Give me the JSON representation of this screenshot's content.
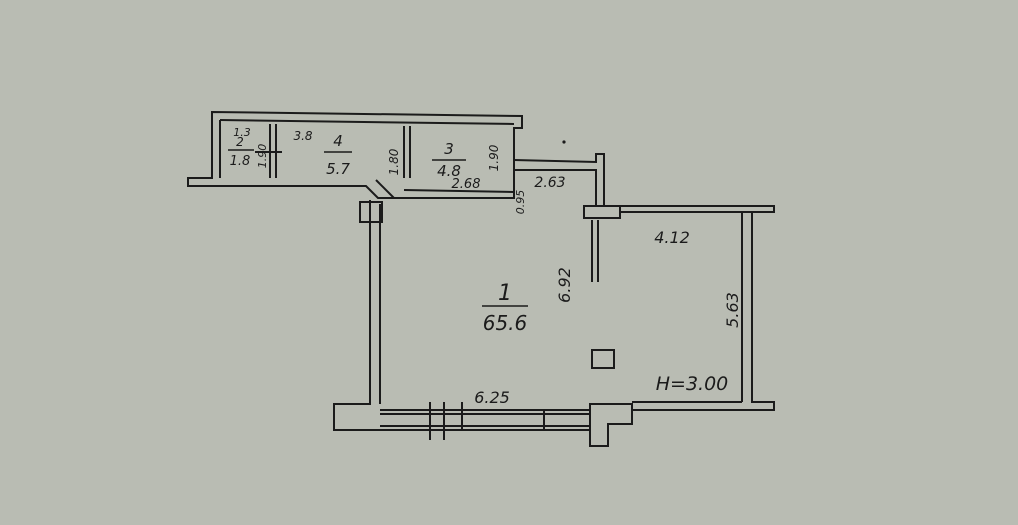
{
  "plan": {
    "colors": {
      "background": "#b9bcb3",
      "line": "#1b1b1b",
      "wall_fill": "#d8dad3"
    },
    "rooms": [
      {
        "number": "1",
        "area": "65.6"
      },
      {
        "number": "2",
        "area": "1.8"
      },
      {
        "number": "3",
        "area": "4.8"
      },
      {
        "number": "4",
        "area": "5.7"
      }
    ],
    "dimensions": {
      "d_1_3": "1.3",
      "d_3_8": "3.8",
      "d_1_90_small": "1.90",
      "d_1_80": "1.80",
      "d_1_90_room3": "1.90",
      "d_2_68": "2.68",
      "d_2_63": "2.63",
      "d_0_95": "0.95",
      "d_4_12": "4.12",
      "d_6_92": "6.92",
      "d_5_63": "5.63",
      "d_6_25": "6.25"
    },
    "height_label": "H=3.00"
  }
}
